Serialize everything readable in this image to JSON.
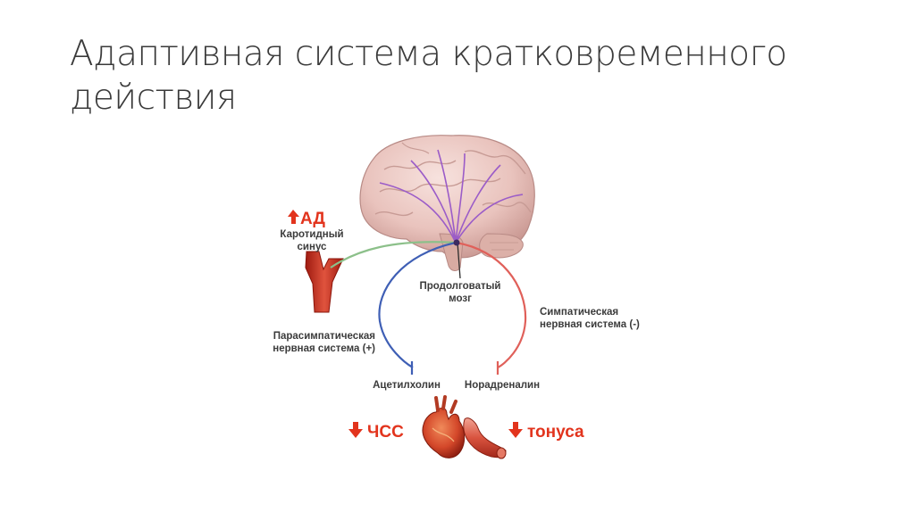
{
  "slide": {
    "title": "Адаптивная система кратковременного действия"
  },
  "diagram": {
    "bp_label": "АД",
    "carotid_line1": "Каротидный",
    "carotid_line2": "синус",
    "medulla_line1": "Продолговатый",
    "medulla_line2": "мозг",
    "sympathetic_line1": "Симпатическая",
    "sympathetic_line2": "нервная система (-)",
    "parasympathetic_line1": "Парасимпатическая",
    "parasympathetic_line2": "нервная система (+)",
    "acetylcholine": "Ацетилхолин",
    "noradrenaline": "Норадреналин",
    "hr_label": "ЧСС",
    "tone_label": "тонуса",
    "colors": {
      "accent_red": "#e2341d",
      "parasympathetic": "#3f5fb5",
      "sympathetic": "#e0605a",
      "afferent": "#8cc08a",
      "neural_paths": "#9b5cc8"
    },
    "icons": [
      "brain-icon",
      "carotid-artery-icon",
      "heart-icon",
      "blood-vessel-icon",
      "arrow-up-icon",
      "arrow-down-icon"
    ]
  }
}
